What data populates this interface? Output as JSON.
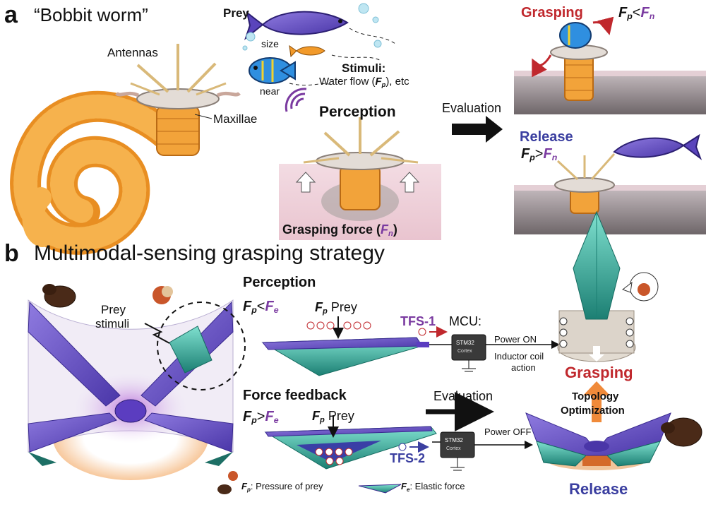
{
  "panel_a": {
    "letter": "a",
    "title": "“Bobbit worm”",
    "antennas": "Antennas",
    "maxillae": "Maxillae",
    "prey": "Prey",
    "size": "size",
    "near": "near",
    "stimuli": "Stimuli:",
    "water_flow": "Water flow (",
    "water_flow_sym": "F",
    "water_flow_sub": "p",
    "water_flow_end": "), etc",
    "perception": "Perception",
    "grasping_force": "Grasping force (",
    "grasping_force_sym": "F",
    "grasping_force_sub": "n",
    "grasping_force_end": ")",
    "evaluation": "Evaluation",
    "grasping": "Grasping",
    "grasp_cond_l": "F",
    "grasp_cond_l_sub": "p",
    "grasp_cond_op": "<",
    "grasp_cond_r": "F",
    "grasp_cond_r_sub": "n",
    "release": "Release",
    "rel_cond_l": "F",
    "rel_cond_l_sub": "p",
    "rel_cond_op": ">",
    "rel_cond_r": "F",
    "rel_cond_r_sub": "n"
  },
  "panel_b": {
    "letter": "b",
    "title": "Multimodal-sensing grasping strategy",
    "prey_stimuli_1": "Prey",
    "prey_stimuli_2": "stimuli",
    "perception": "Perception",
    "perc_cond_l": "F",
    "perc_cond_l_sub": "p",
    "perc_cond_op": "<",
    "perc_cond_r": "F",
    "perc_cond_r_sub": "e",
    "fp_prey_sym": "F",
    "fp_prey_sub": "p",
    "fp_prey_label": "Prey",
    "tfs1": "TFS-1",
    "mcu": "MCU:",
    "power_on": "Power ON",
    "inductor_1": "Inductor coil",
    "inductor_2": "action",
    "chip_1": "STM32",
    "chip_2": "Cortex",
    "force_feedback": "Force feedback",
    "ff_cond_l": "F",
    "ff_cond_l_sub": "p",
    "ff_cond_op": ">",
    "ff_cond_r": "F",
    "ff_cond_r_sub": "e",
    "fp_prey2_sym": "F",
    "fp_prey2_sub": "p",
    "fp_prey2_label": "Prey",
    "tfs2": "TFS-2",
    "evaluation": "Evaluation",
    "power_off": "Power OFF",
    "grasping": "Grasping",
    "topology_1": "Topology",
    "topology_2": "Optimization",
    "release": "Release",
    "legend_fp_sym": "F",
    "legend_fp_sub": "p",
    "legend_fp_text": ": Pressure of prey",
    "legend_fe_sym": "F",
    "legend_fe_sub": "e",
    "legend_fe_text": ": Elastic force"
  },
  "colors": {
    "worm_orange": "#f2a33a",
    "purple": "#6b4fc9",
    "teal": "#2aa89a",
    "grasp_red": "#c0282d",
    "release_blue": "#3b3fa0"
  }
}
